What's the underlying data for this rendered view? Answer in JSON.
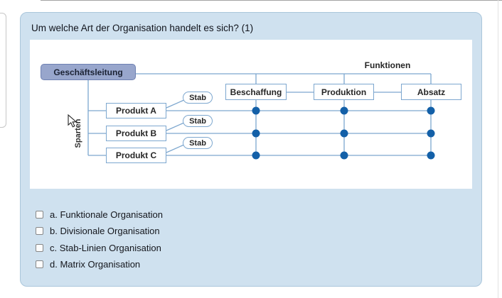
{
  "question": {
    "title": "Um welche Art der Organisation handelt es sich? (1)"
  },
  "diagram": {
    "top_box": "Geschäftsleitung",
    "functions_label": "Funktionen",
    "function_boxes": [
      "Beschaffung",
      "Produktion",
      "Absatz"
    ],
    "product_boxes": [
      "Produkt A",
      "Produkt B",
      "Produkt C"
    ],
    "stab_labels": [
      "Stab",
      "Stab",
      "Stab"
    ],
    "vertical_axis_label": "Sparten",
    "matrix_dots": {
      "columns": 3,
      "rows": 3
    }
  },
  "options": [
    {
      "id": "a",
      "label": "a. Funktionale Organisation",
      "checked": false
    },
    {
      "id": "b",
      "label": "b. Divisionale Organisation",
      "checked": false
    },
    {
      "id": "c",
      "label": "c. Stab-Linien Organisation",
      "checked": false
    },
    {
      "id": "d",
      "label": "d. Matrix Organisation",
      "checked": false
    }
  ],
  "colors": {
    "card_background": "#cfe1ef",
    "card_border": "#aac6db",
    "diagram_line_blue": "#7da7cf",
    "matrix_dot_blue": "#1360a8",
    "top_box_fill": "#98a6cc",
    "top_box_border": "#6e81b2",
    "text_dark": "#14161c"
  }
}
